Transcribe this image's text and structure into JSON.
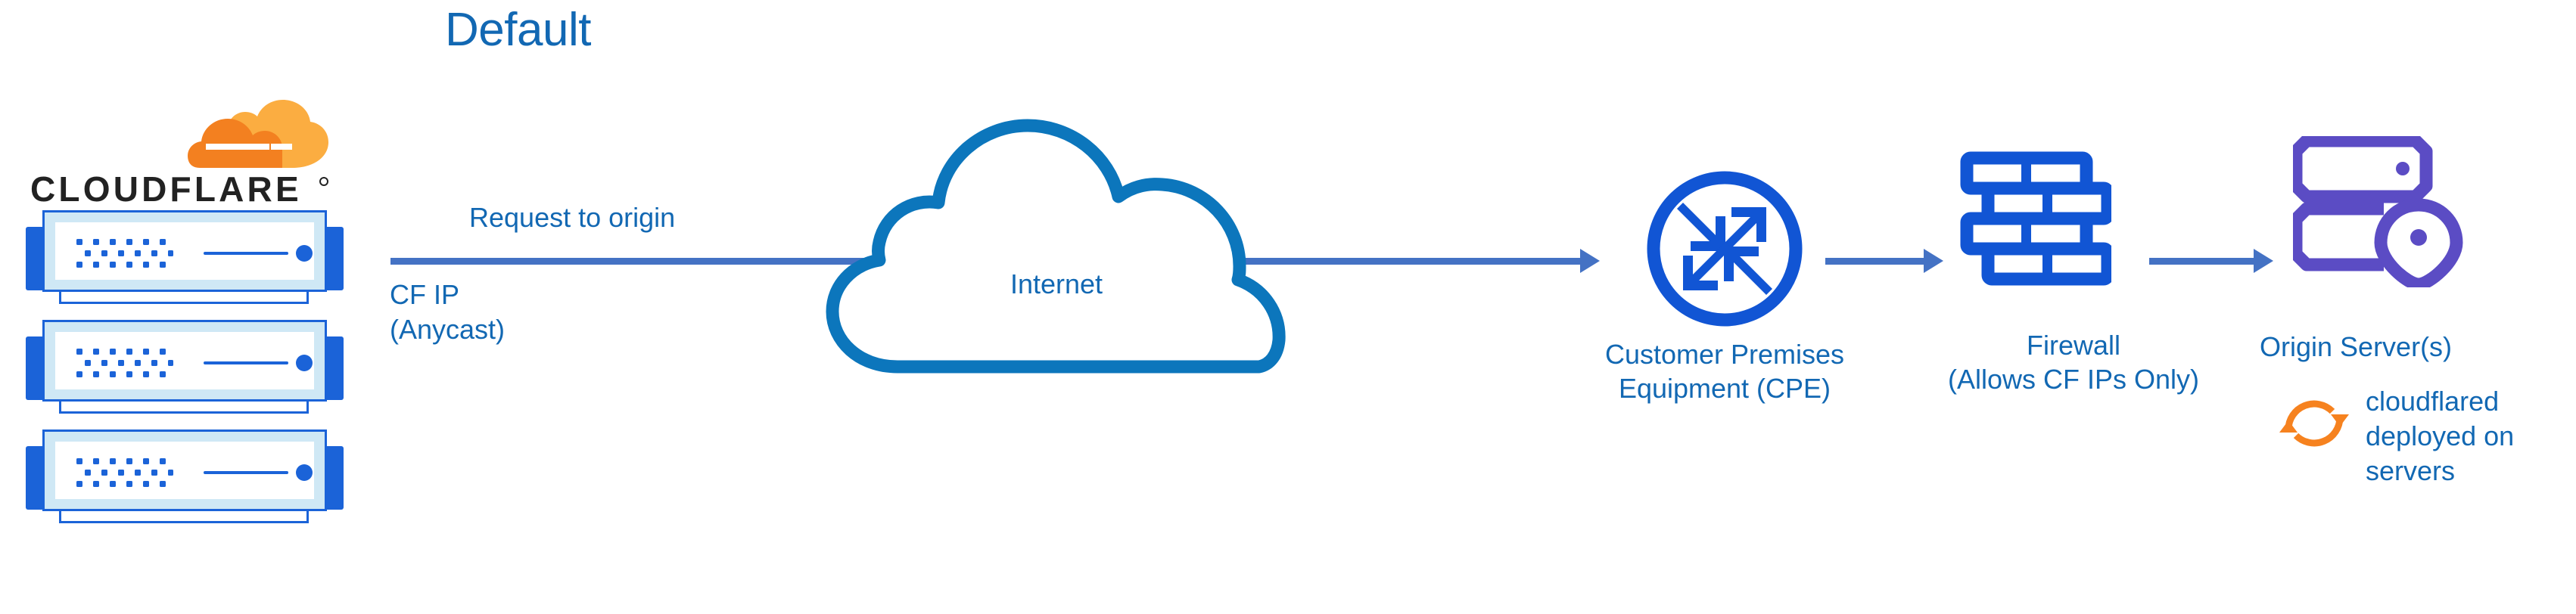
{
  "diagram": {
    "title": "Default",
    "brand": {
      "name": "CLOUDFLARE",
      "logo_icon": "cloudflare-cloud-icon",
      "orange_dark": "#F38020",
      "orange_light": "#FBAD41",
      "wordmark_color": "#222222"
    },
    "colors": {
      "label_blue": "#1268B3",
      "icon_blue": "#1155D4",
      "server_blue": "#1B63D8",
      "server_fill": "#CFE8F5",
      "arrow_blue": "#4472C4",
      "cloud_blue": "#0C76BC",
      "origin_purple": "#5B4CC4",
      "cloudflared_orange": "#F6821F",
      "background": "#FFFFFF"
    },
    "source": {
      "name": "Cloudflare edge servers",
      "icon": "server-stack-icon",
      "unit_count": 3,
      "unit_icon": "rack-server-icon",
      "side_label": "CF IP\n(Anycast)"
    },
    "flows": [
      {
        "id": "origin-request",
        "label": "Request to origin",
        "from": "cloudflare-servers",
        "to": "internet-cloud"
      },
      {
        "id": "cloud-to-cpe",
        "label": "",
        "from": "internet-cloud",
        "to": "cpe"
      },
      {
        "id": "cpe-to-firewall",
        "label": "",
        "from": "cpe",
        "to": "firewall"
      },
      {
        "id": "firewall-to-origin",
        "label": "",
        "from": "firewall",
        "to": "origin-server"
      }
    ],
    "nodes": [
      {
        "id": "internet-cloud",
        "label": "Internet",
        "icon": "cloud-outline-icon"
      },
      {
        "id": "cpe",
        "label": "Customer Premises\nEquipment (CPE)",
        "icon": "router-four-arrows-icon"
      },
      {
        "id": "firewall",
        "label": "Firewall\n(Allows CF IPs Only)",
        "icon": "brick-wall-icon"
      },
      {
        "id": "origin-server",
        "label": "Origin Server(s)",
        "icon": "server-with-location-pin-icon"
      }
    ],
    "annotation": {
      "icon": "sync-refresh-arrows-icon",
      "text": "cloudflared\ndeployed on\nservers"
    }
  }
}
